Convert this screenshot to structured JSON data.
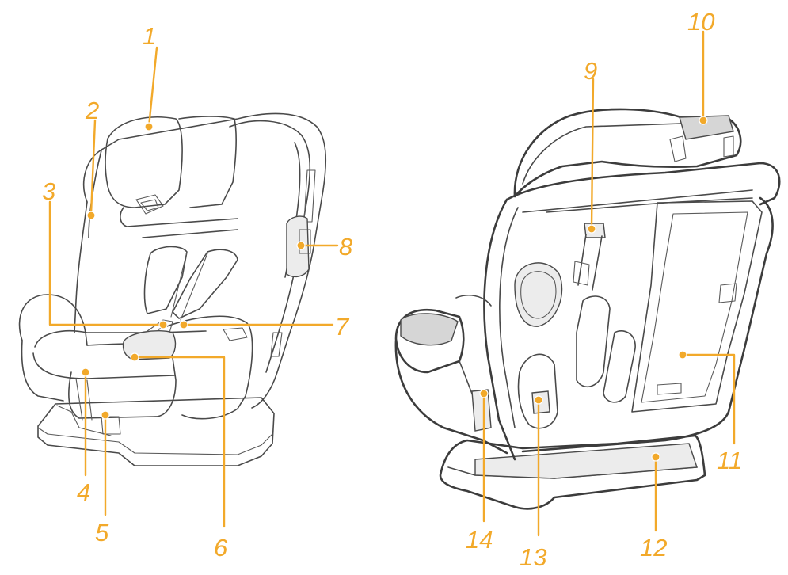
{
  "accent_color": "#f2a92a",
  "line_color": "#4a4a4a",
  "views": [
    {
      "id": "front-view"
    },
    {
      "id": "rear-view"
    }
  ],
  "callouts": [
    {
      "number": "1"
    },
    {
      "number": "2"
    },
    {
      "number": "3"
    },
    {
      "number": "4"
    },
    {
      "number": "5"
    },
    {
      "number": "6"
    },
    {
      "number": "7"
    },
    {
      "number": "8"
    },
    {
      "number": "9"
    },
    {
      "number": "10"
    },
    {
      "number": "11"
    },
    {
      "number": "12"
    },
    {
      "number": "13"
    },
    {
      "number": "14"
    }
  ]
}
